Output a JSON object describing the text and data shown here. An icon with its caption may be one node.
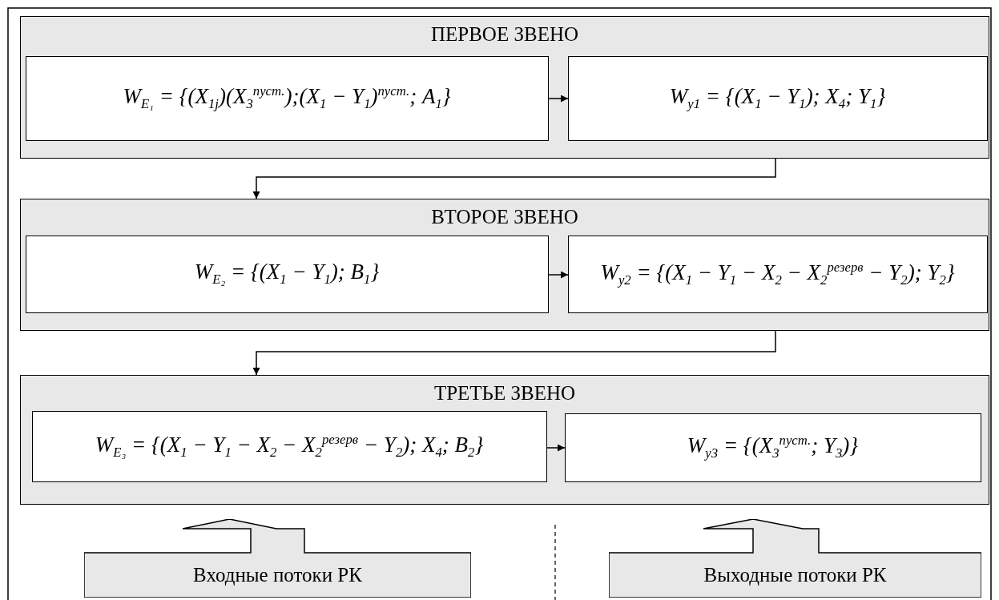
{
  "diagram": {
    "nodes": [
      {
        "text": [
          "ПЕРВОЕ ЗВЕНО"
        ]
      },
      {
        "text": [
          "W$_{E₁}$ = {(X$_{1j}$)(X$_{3}$$^{пуст.}$);(X$_{1}$ − Y$_{1}$)$^{пуст.}$; A$_{1}$}"
        ],
        "in": 0
      },
      {
        "text": [
          "W$_{y1}$ = {(X$_{1}$ − Y$_{1}$); X$_{4}$; Y$_{1}$}"
        ],
        "in": 0
      },
      {
        "text": [
          "ВТОРОЕ ЗВЕНО"
        ]
      },
      {
        "text": [
          "W$_{E₂}$ = {(X$_{1}$ − Y$_{1}$); B$_{1}$}"
        ],
        "in": 3
      },
      {
        "text": [
          "W$_{y2}$ = {(X$_{1}$ − Y$_{1}$ − X$_{2}$ − X$_{2}$$^{резерв}$ − Y$_{2}$); Y$_{2}$}"
        ],
        "in": 3
      },
      {
        "text": [
          "ТРЕТЬЕ ЗВЕНО"
        ]
      },
      {
        "text": [
          "W$_{E₃}$ = {(X$_{1}$ − Y$_{1}$ − X$_{2}$ − X$_{2}$$^{резерв}$ − Y$_{2}$); X$_{4}$; B$_{2}$}"
        ],
        "in": 6
      },
      {
        "text": [
          "W$_{y3}$ = {(X$_{3}$$^{пуст.}$; Y$_{3}$)}"
        ],
        "in": 6
      },
      {
        "text": [
          "Входные потоки РК"
        ]
      },
      {
        "text": [
          "Выходные потоки РК"
        ]
      }
    ],
    "edges": [
      {
        "from": 1,
        "to": 2,
        "arrow": "to"
      },
      {
        "from": 0,
        "to": 3,
        "arrow": "to"
      },
      {
        "from": 4,
        "to": 5,
        "arrow": "to"
      },
      {
        "from": 3,
        "to": 6,
        "arrow": "to"
      },
      {
        "from": 7,
        "to": 8,
        "arrow": "to"
      }
    ]
  }
}
